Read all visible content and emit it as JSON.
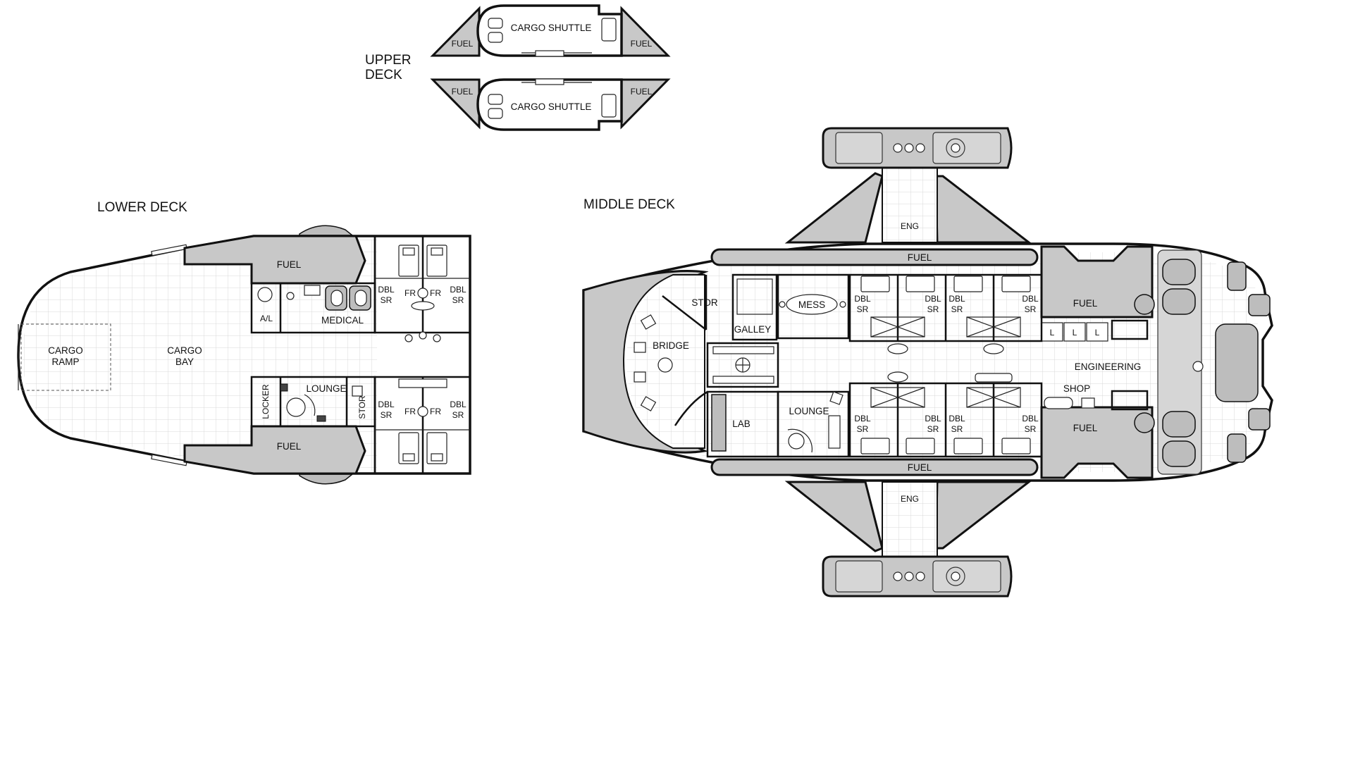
{
  "titles": {
    "upper_line1": "UPPER",
    "upper_line2": "DECK",
    "lower": "LOWER DECK",
    "middle": "MIDDLE DECK"
  },
  "upper_deck": {
    "shuttle_label": "CARGO SHUTTLE",
    "fuel_label": "FUEL"
  },
  "lower_deck": {
    "cargo_ramp": [
      "CARGO",
      "RAMP"
    ],
    "cargo_bay": [
      "CARGO",
      "BAY"
    ],
    "fuel": "FUEL",
    "airlock": "A/L",
    "medical": "MEDICAL",
    "lounge": "LOUNGE",
    "locker": "LOCKER",
    "stor": "STOR",
    "dbl_sr": [
      "DBL",
      "SR"
    ],
    "fr": "FR"
  },
  "middle_deck": {
    "fuel": "FUEL",
    "eng": "ENG",
    "stor": "STOR",
    "galley": "GALLEY",
    "mess": "MESS",
    "bridge": "BRIDGE",
    "lab": "LAB",
    "lounge": "LOUNGE",
    "engineering": "ENGINEERING",
    "shop": "SHOP",
    "locker_l": "L",
    "dbl_sr": [
      "DBL",
      "SR"
    ]
  },
  "colors": {
    "tank_fill": "#c8c8c8",
    "line": "#111111",
    "grid": "#d9d9d9",
    "background": "#ffffff"
  }
}
